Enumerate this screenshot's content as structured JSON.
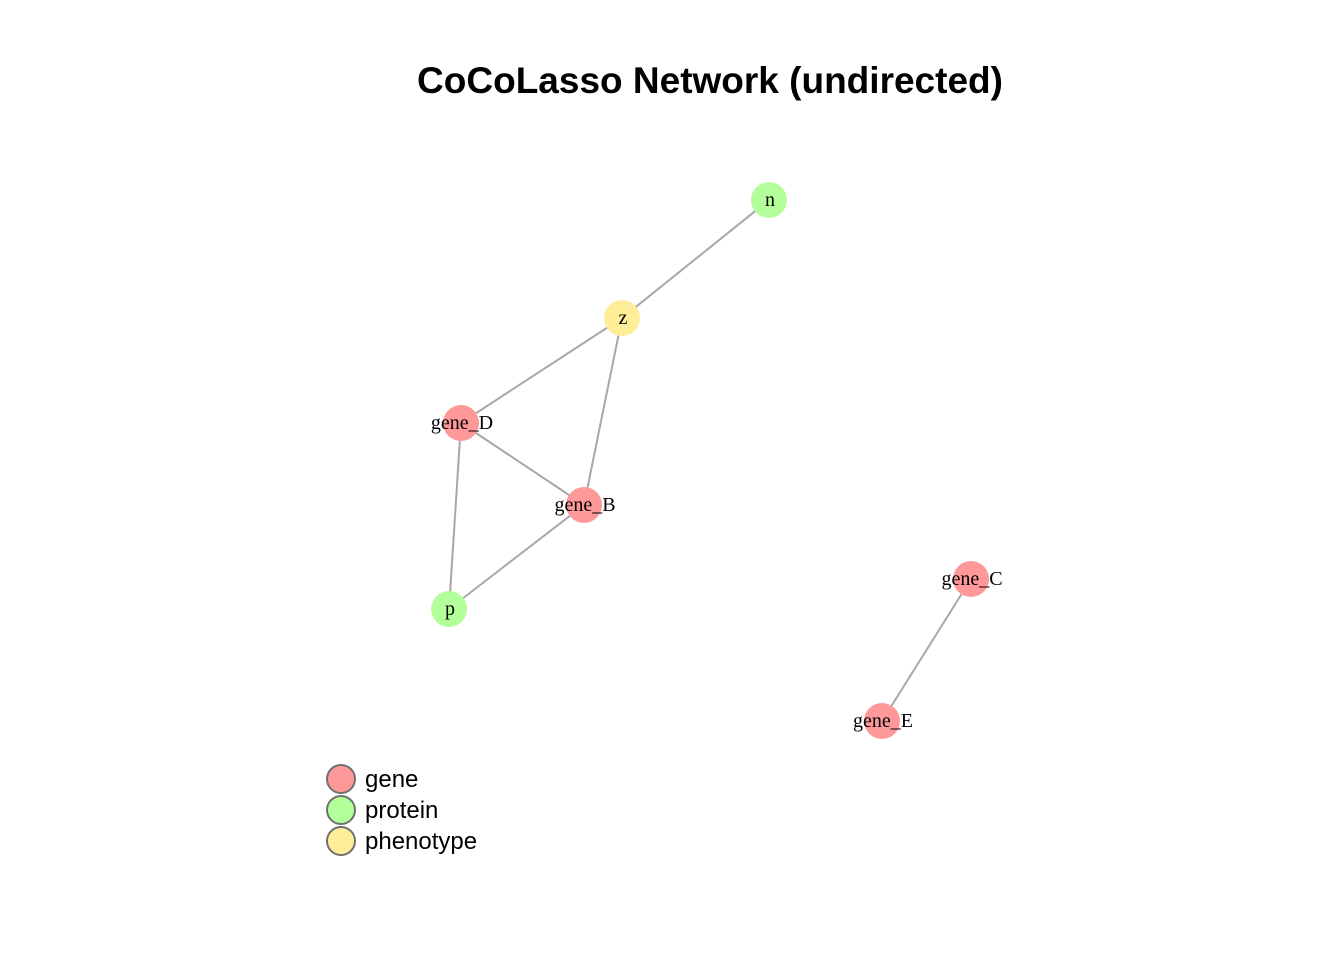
{
  "title": "CoCoLasso Network (undirected)",
  "type_colors": {
    "gene": "#ff9999",
    "protein": "#b3ff99",
    "phenotype": "#ffee99"
  },
  "edge_color": "#a8a8a8",
  "legend_border_color": "#707070",
  "nodes": [
    {
      "id": "n",
      "label": "n",
      "type": "protein"
    },
    {
      "id": "z",
      "label": "z",
      "type": "phenotype"
    },
    {
      "id": "gene_D",
      "label": "gene_D",
      "type": "gene"
    },
    {
      "id": "gene_B",
      "label": "gene_B",
      "type": "gene"
    },
    {
      "id": "p",
      "label": "p",
      "type": "protein"
    },
    {
      "id": "gene_C",
      "label": "gene_C",
      "type": "gene"
    },
    {
      "id": "gene_E",
      "label": "gene_E",
      "type": "gene"
    }
  ],
  "edges": [
    {
      "source": "n",
      "target": "z"
    },
    {
      "source": "z",
      "target": "gene_D"
    },
    {
      "source": "z",
      "target": "gene_B"
    },
    {
      "source": "gene_D",
      "target": "gene_B"
    },
    {
      "source": "gene_D",
      "target": "p"
    },
    {
      "source": "gene_B",
      "target": "p"
    },
    {
      "source": "gene_C",
      "target": "gene_E"
    }
  ],
  "legend": [
    {
      "label": "gene",
      "type": "gene"
    },
    {
      "label": "protein",
      "type": "protein"
    },
    {
      "label": "phenotype",
      "type": "phenotype"
    }
  ]
}
